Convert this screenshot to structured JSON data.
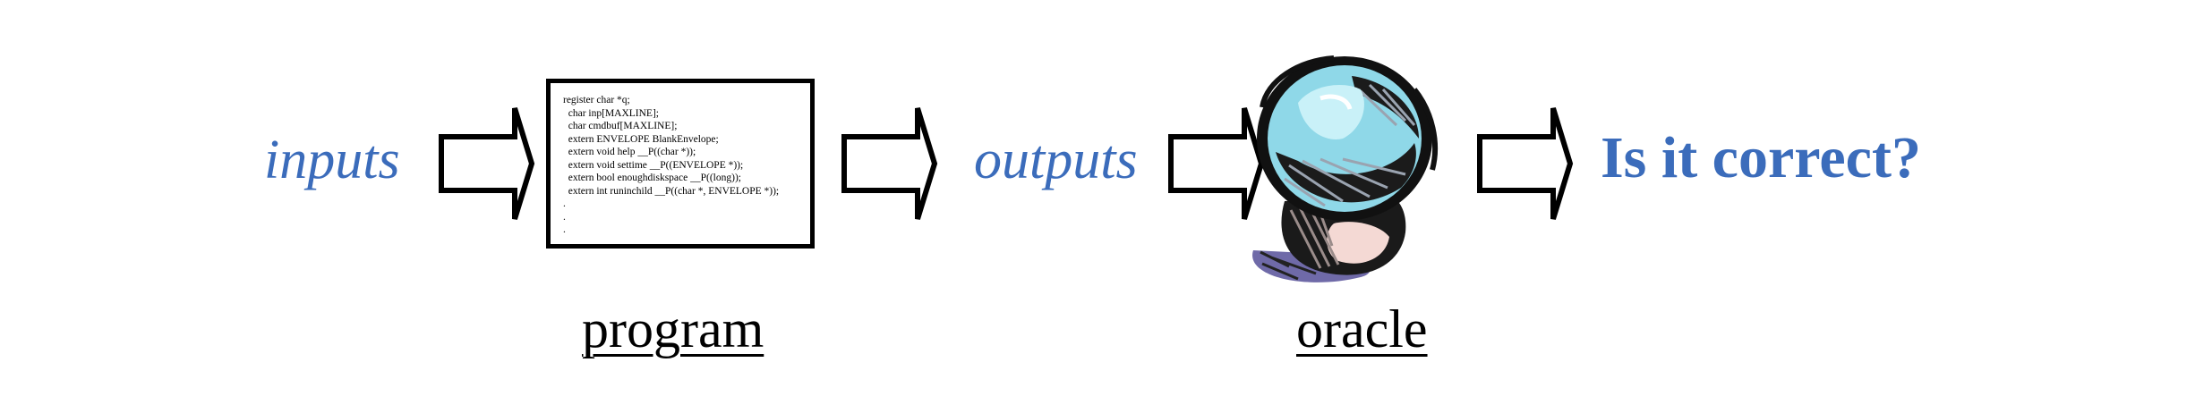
{
  "labels": {
    "inputs": "inputs",
    "outputs": "outputs",
    "question": "Is it correct?",
    "program": "program",
    "oracle": "oracle"
  },
  "program_code": [
    "register char *q;",
    "  char inp[MAXLINE];",
    "  char cmdbuf[MAXLINE];",
    "  extern ENVELOPE BlankEnvelope;",
    "  extern void help __P((char *));",
    "  extern void settime __P((ENVELOPE *));",
    "  extern bool enoughdiskspace __P((long));",
    "  extern int runinchild __P((char *, ENVELOPE *));",
    ".",
    ".",
    "."
  ],
  "colors": {
    "label_blue": "#3b6cbb",
    "outline": "#000000"
  },
  "icons": {
    "arrow": "block-right-arrow",
    "oracle": "crystal-ball-icon"
  }
}
